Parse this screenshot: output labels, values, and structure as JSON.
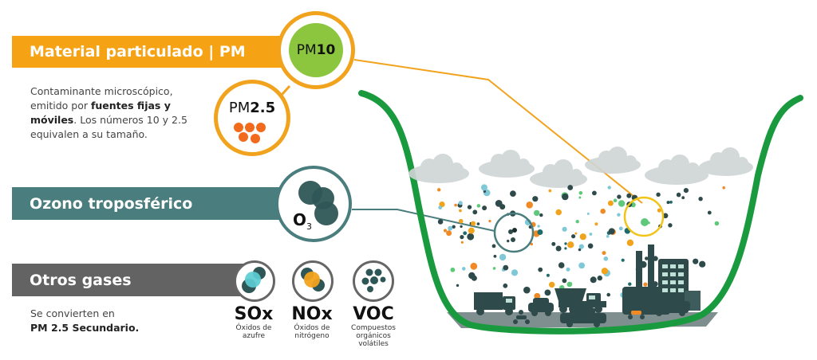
{
  "pm_section": {
    "title": "Material particulado | PM",
    "desc_line1": "Contaminante microscópico,",
    "desc_line2_pre": "emitido por ",
    "desc_line2_bold": "fuentes fijas y",
    "desc_line3_bold": "móviles",
    "desc_line3_post": ". Los números 10 y 2.5",
    "desc_line4": "equivalen a su tamaño.",
    "pm10_prefix": "PM",
    "pm10_number": "10",
    "pm25_prefix": "PM",
    "pm25_number": "2.5",
    "accent_color": "#f5a315",
    "pm10_fill_color": "#8cc63e"
  },
  "ozone_section": {
    "title": "Ozono troposférico",
    "symbol": "O",
    "symbol_sub": "3",
    "accent_color": "#4a7d7d"
  },
  "other_gases_section": {
    "title": "Otros gases",
    "desc_line1": "Se convierten en",
    "desc_line2_bold": "PM 2.5 Secundario.",
    "accent_color": "#636363",
    "gases": [
      {
        "symbol": "SOx",
        "name_lines": [
          "Óxidos de",
          "azufre"
        ],
        "icon": "sox-molecule-icon"
      },
      {
        "symbol": "NOx",
        "name_lines": [
          "Óxidos de",
          "nitrógeno"
        ],
        "icon": "nox-molecule-icon"
      },
      {
        "symbol": "VOC",
        "name_lines": [
          "Compuestos",
          "orgánicos",
          "volátiles"
        ],
        "icon": "voc-molecule-icon"
      }
    ]
  },
  "illustration": {
    "description": "valley-with-pollution-clouds-particles-vehicles-factory",
    "basin_color": "#1a9a3e"
  }
}
